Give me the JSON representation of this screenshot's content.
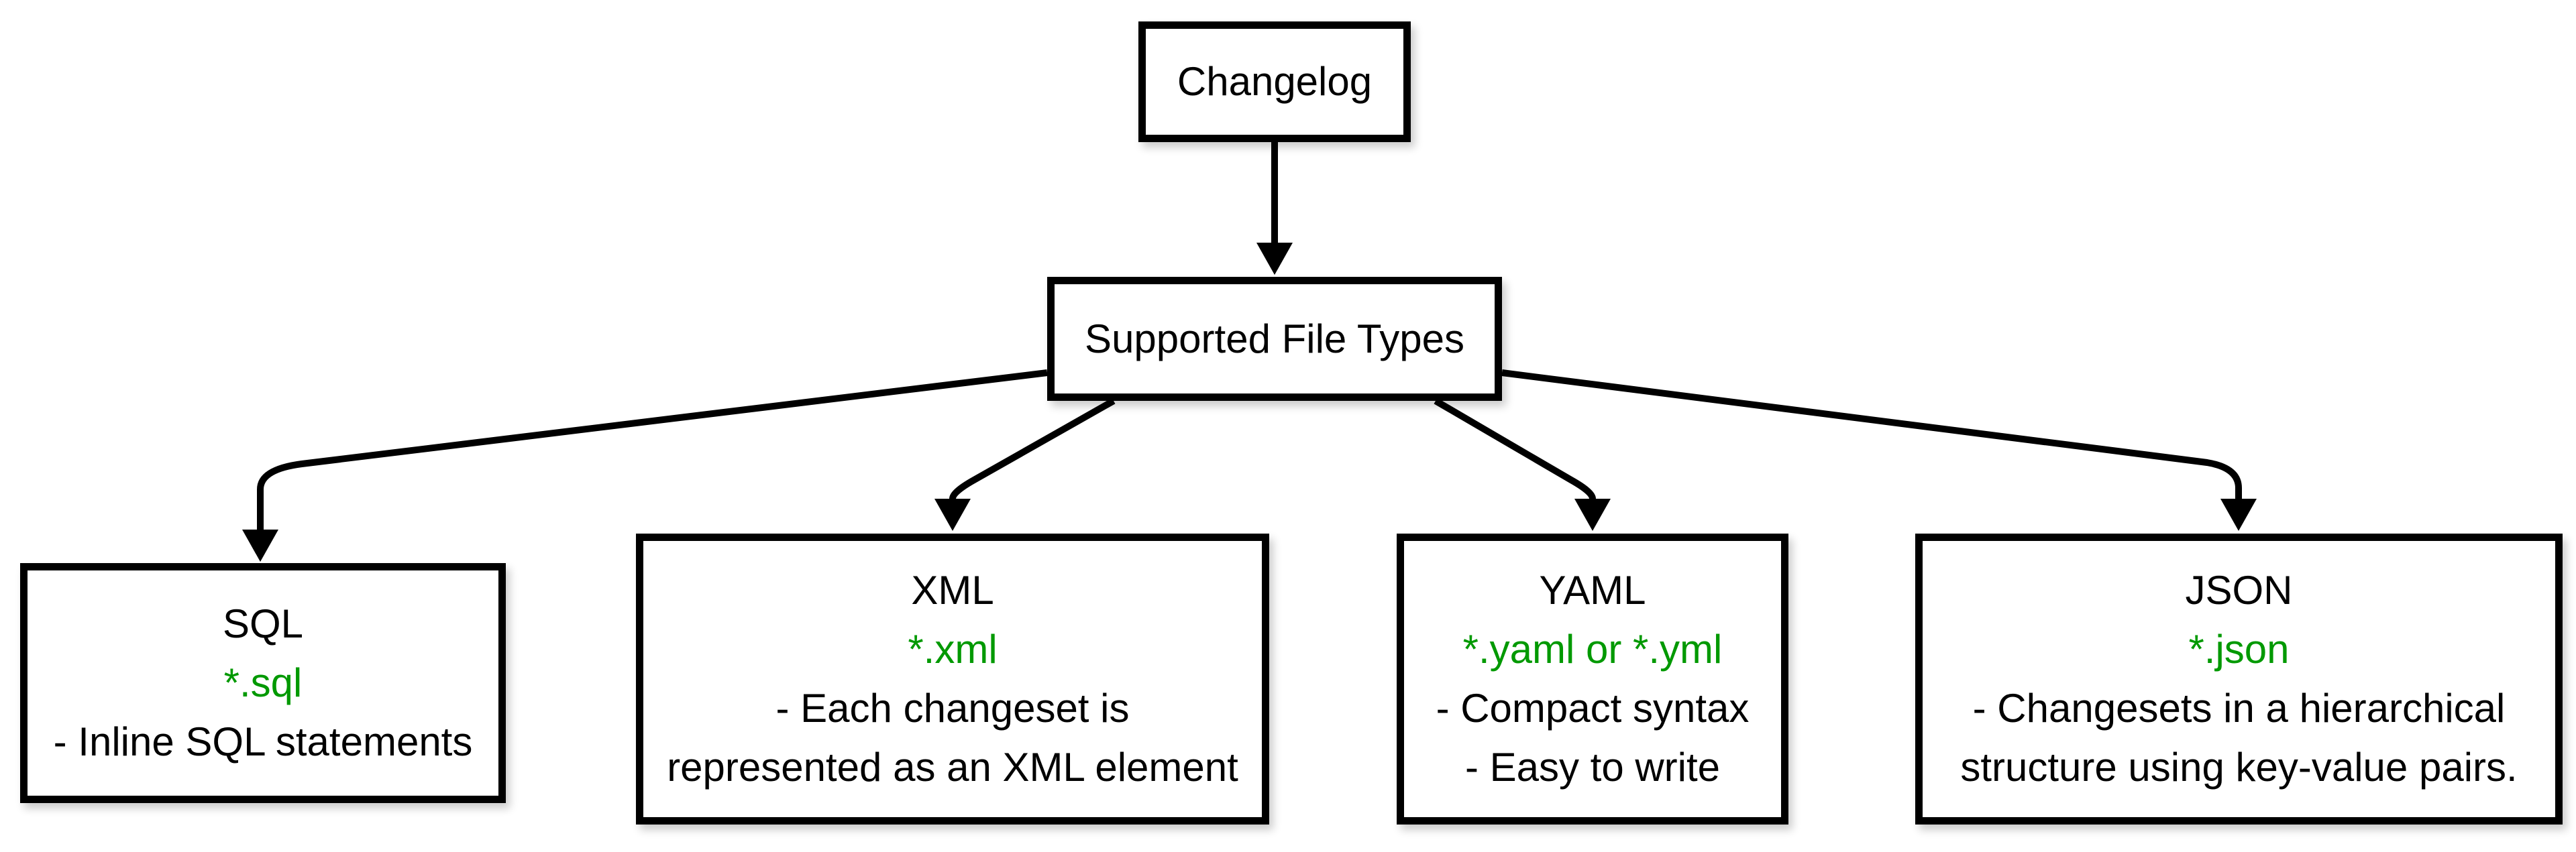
{
  "diagram": {
    "background_color": "#ffffff",
    "line_color": "#000000",
    "pattern_text_color": "#009900",
    "root": {
      "label": "Changelog"
    },
    "hub": {
      "label": "Supported File Types"
    },
    "types": {
      "sql": {
        "title": "SQL",
        "pattern": "*.sql",
        "lines": [
          "- Inline SQL statements"
        ]
      },
      "xml": {
        "title": "XML",
        "pattern": "*.xml",
        "lines": [
          "- Each changeset is",
          "represented as an XML element"
        ]
      },
      "yaml": {
        "title": "YAML",
        "pattern": "*.yaml or *.yml",
        "lines": [
          "- Compact syntax",
          "- Easy to write"
        ]
      },
      "json": {
        "title": "JSON",
        "pattern": "*.json",
        "lines": [
          "- Changesets in a hierarchical",
          "structure using key-value pairs."
        ]
      }
    },
    "edges": [
      {
        "from": "Changelog",
        "to": "Supported File Types"
      },
      {
        "from": "Supported File Types",
        "to": "SQL"
      },
      {
        "from": "Supported File Types",
        "to": "XML"
      },
      {
        "from": "Supported File Types",
        "to": "YAML"
      },
      {
        "from": "Supported File Types",
        "to": "JSON"
      }
    ]
  }
}
